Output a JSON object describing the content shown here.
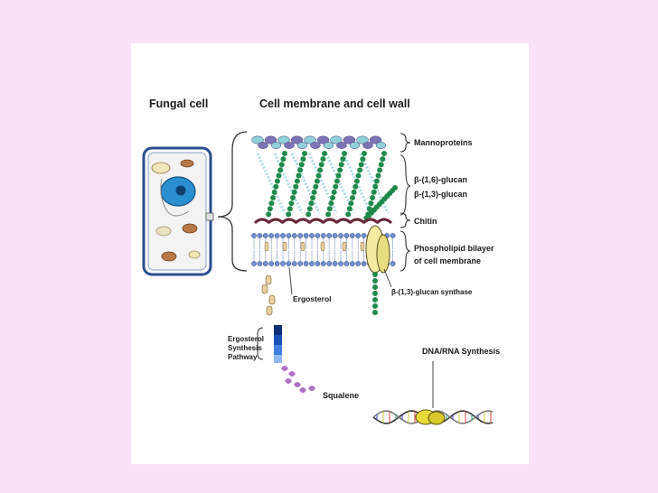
{
  "headings": {
    "fungal_cell": "Fungal cell",
    "membrane_wall": "Cell membrane and cell wall"
  },
  "layers": {
    "mannoproteins": "Mannoproteins",
    "glucan_16": "β-(1,6)-glucan",
    "glucan_13": "β-(1,3)-glucan",
    "chitin": "Chitin",
    "bilayer_line1": "Phospholipid bilayer",
    "bilayer_line2": "of cell membrane"
  },
  "components": {
    "ergosterol": "Ergosterol",
    "synthase": "β-(1,3)-glucan synthase",
    "pathway_line1": "Ergosterol",
    "pathway_line2": "Synthesis",
    "pathway_line3": "Pathway",
    "squalene": "Squalene",
    "dna_rna": "DNA/RNA Synthesis"
  },
  "colors": {
    "page_bg": "#fbe3f7",
    "mannoprotein_light": "#8fd0d9",
    "mannoprotein_dark": "#7d74b8",
    "glucan_green": "#1f8a4c",
    "glucan_light": "#a9dbe2",
    "chitin": "#6a2a3a",
    "lipid_head": "#6f8fd0",
    "ergosterol_fill": "#e8cf9e",
    "pathway_blue": "#2b6fd1",
    "squalene": "#b070c8",
    "cell_border": "#2b4f8f",
    "nucleus": "#2a8fd0"
  }
}
